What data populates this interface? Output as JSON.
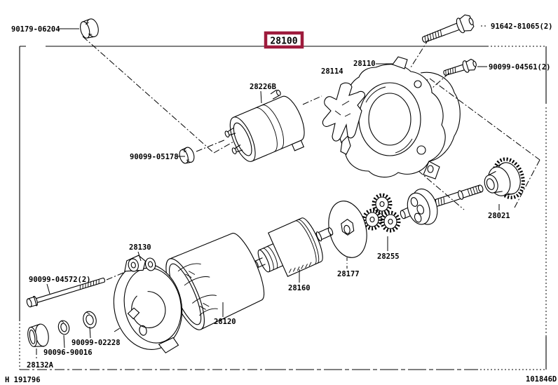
{
  "diagram": {
    "type": "exploded-parts-diagram",
    "assembly": {
      "number": "28100"
    },
    "footer": {
      "left": "H 191796",
      "right": "101846D"
    },
    "colors": {
      "assembly_box": "#9E1B3C",
      "line": "#000000",
      "background": "#FFFFFF"
    },
    "parts": [
      {
        "number": "90179-06204"
      },
      {
        "number": "91642-81065(2)"
      },
      {
        "number": "90099-04561(2)"
      },
      {
        "number": "28110"
      },
      {
        "number": "28114"
      },
      {
        "number": "28226B"
      },
      {
        "number": "90099-05178"
      },
      {
        "number": "28021"
      },
      {
        "number": "28255"
      },
      {
        "number": "28177"
      },
      {
        "number": "28160"
      },
      {
        "number": "28130"
      },
      {
        "number": "90099-04572(2)"
      },
      {
        "number": "28120"
      },
      {
        "number": "90099-02228"
      },
      {
        "number": "90096-90016"
      },
      {
        "number": "28132A"
      }
    ]
  }
}
